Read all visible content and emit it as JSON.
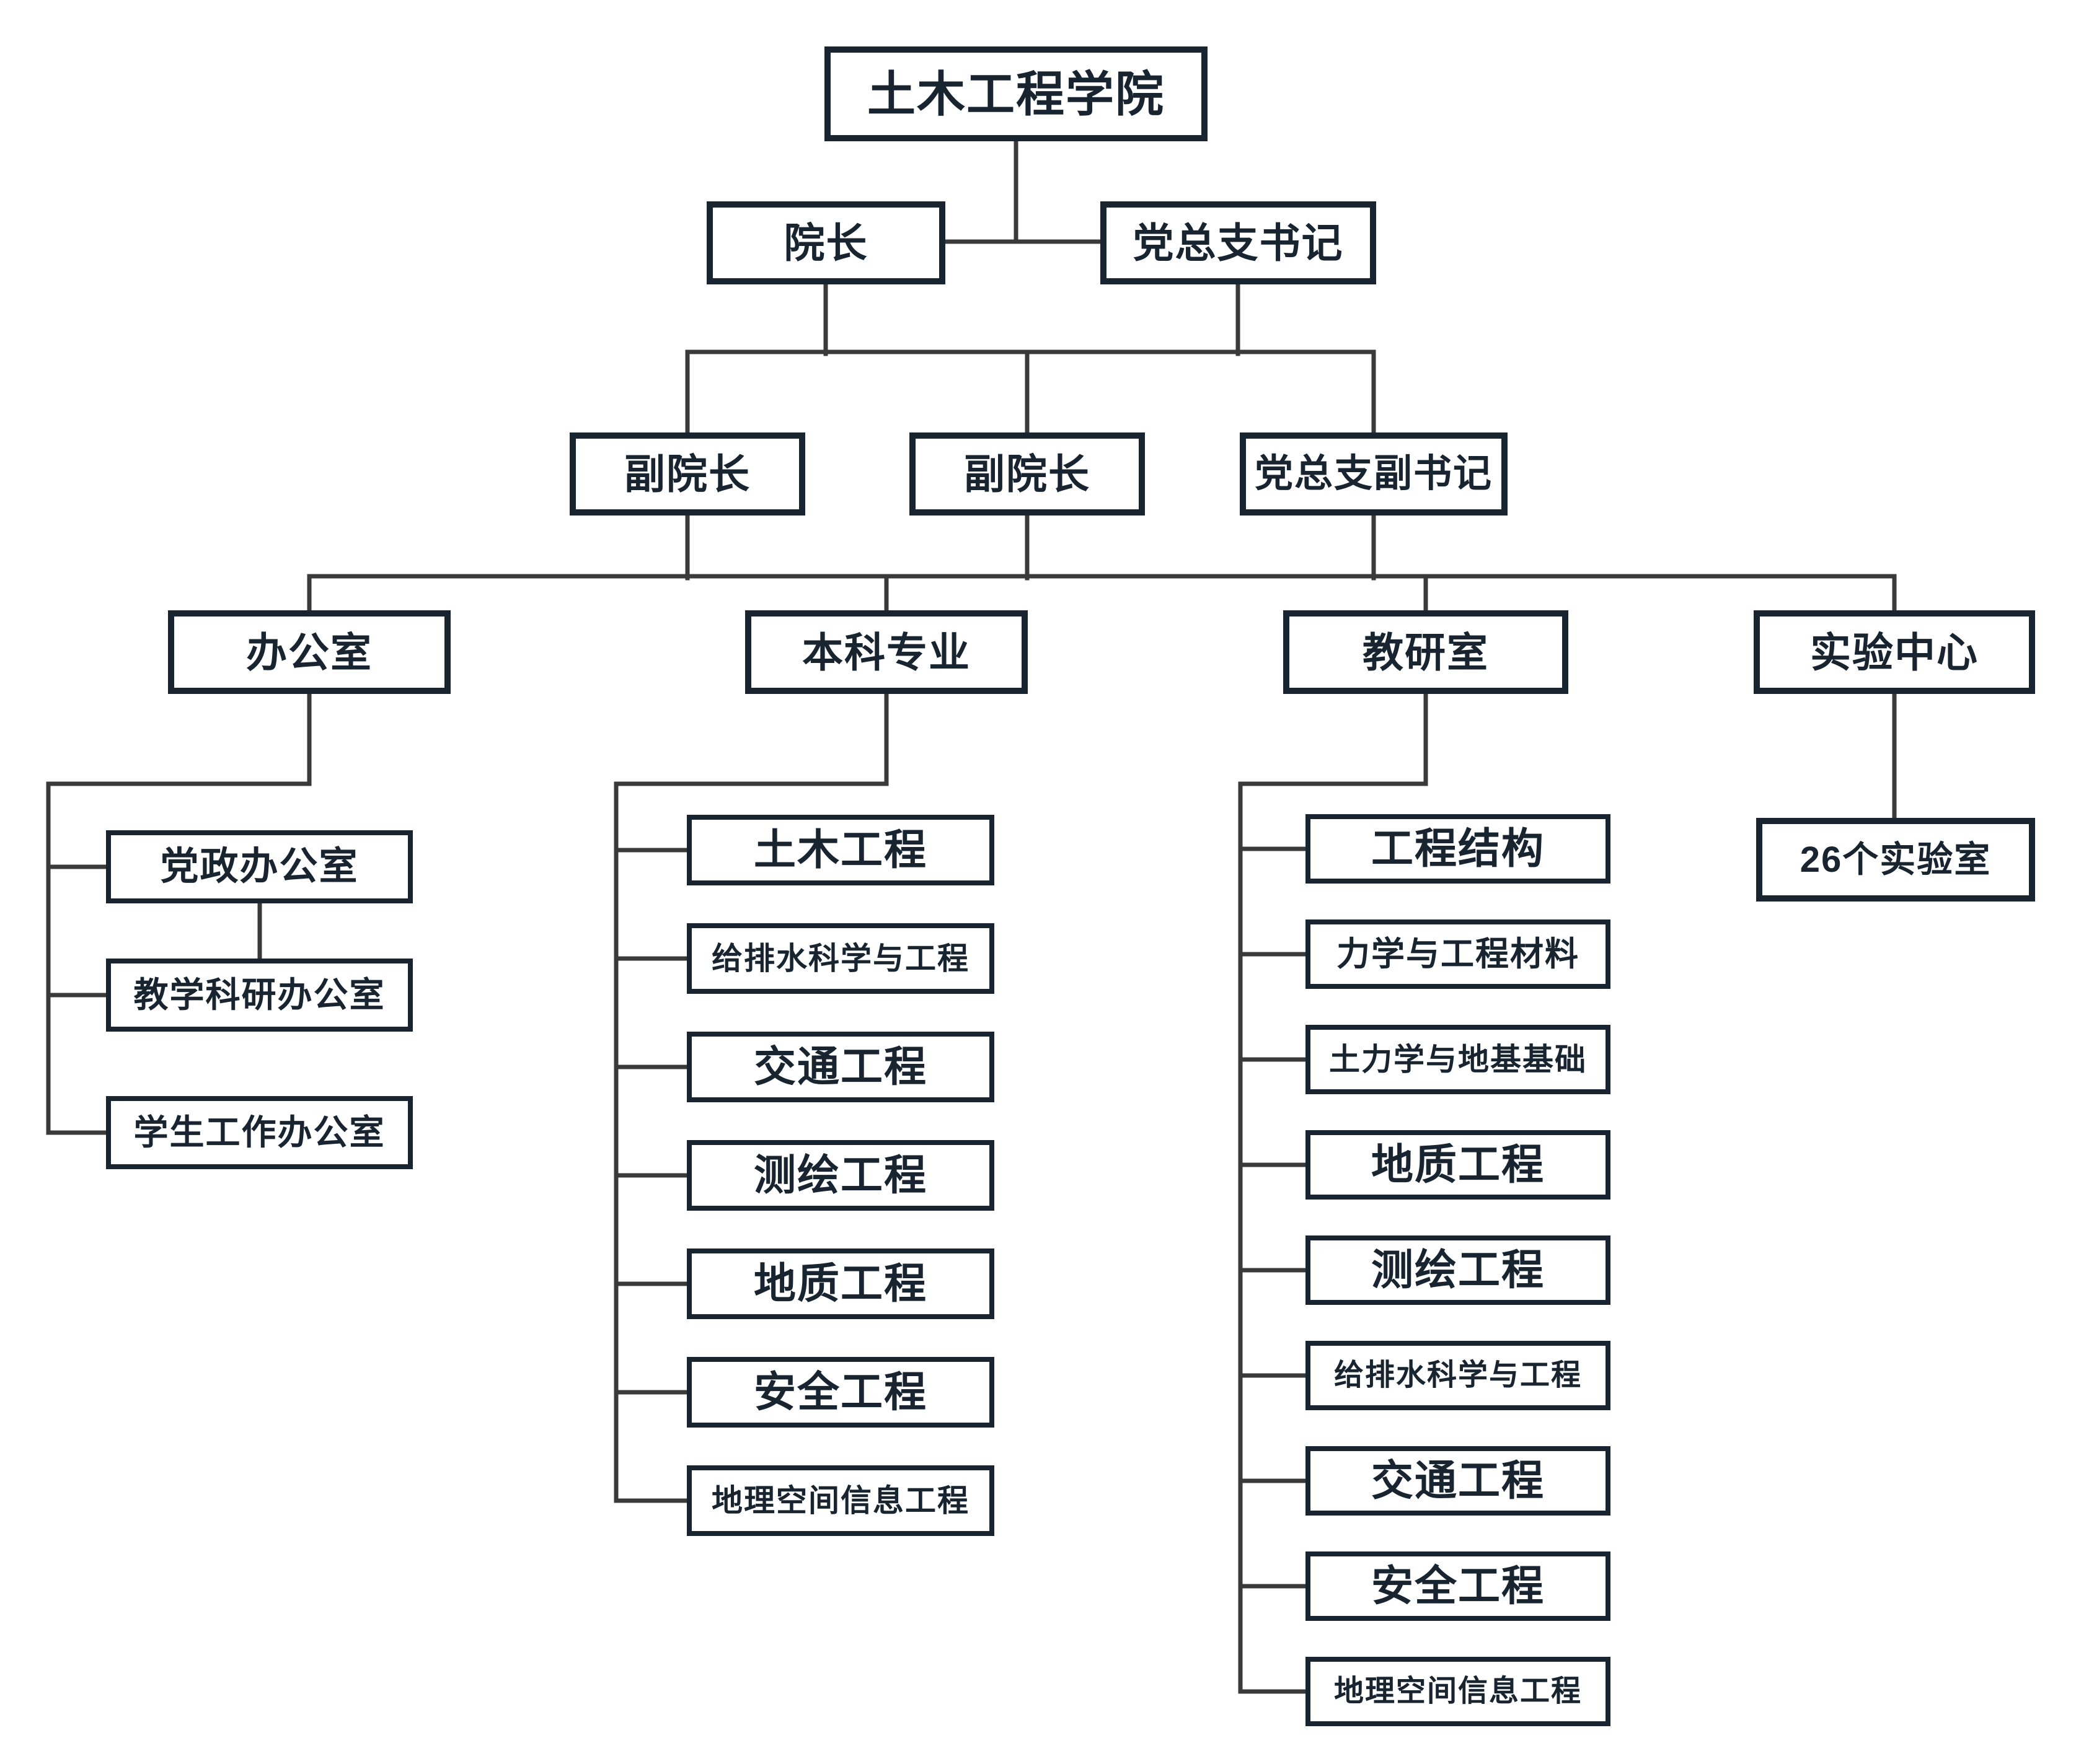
{
  "org": {
    "title": "土木工程学院",
    "leadership": {
      "dean": "院长",
      "party_secretary": "党总支书记",
      "vice_dean_1": "副院长",
      "vice_dean_2": "副院长",
      "deputy_party_secretary": "党总支副书记"
    },
    "departments": {
      "offices": "办公室",
      "undergraduate_majors": "本科专业",
      "teaching_research": "教研室",
      "experiment_center": "实验中心",
      "labs": "26个实验室"
    },
    "office_children": [
      "党政办公室",
      "教学科研办公室",
      "学生工作办公室"
    ],
    "majors": [
      "土木工程",
      "给排水科学与工程",
      "交通工程",
      "测绘工程",
      "地质工程",
      "安全工程",
      "地理空间信息工程"
    ],
    "sections": [
      "工程结构",
      "力学与工程材料",
      "土力学与地基基础",
      "地质工程",
      "测绘工程",
      "给排水科学与工程",
      "交通工程",
      "安全工程",
      "地理空间信息工程"
    ],
    "colors": {
      "ink": "#18242f",
      "line": "#3a3a3a",
      "background": "#ffffff"
    }
  }
}
